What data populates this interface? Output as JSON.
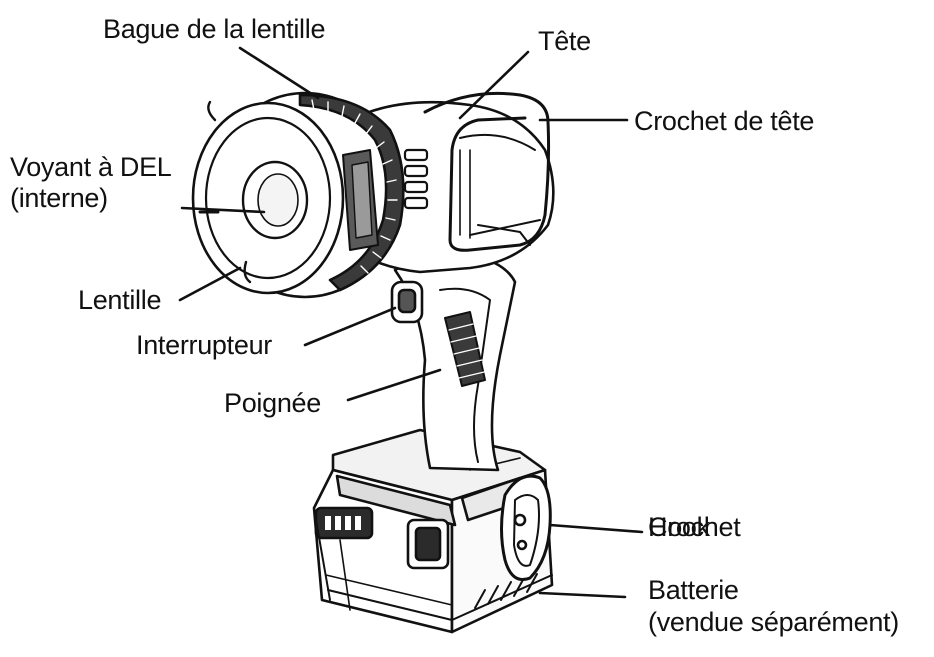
{
  "labels": {
    "bague": "Bague de la lentille",
    "tete": "Tête",
    "crochet_tete": "Crochet de tête",
    "voyant": "Voyant à DEL\n(interne)",
    "lentille": "Lentille",
    "interrupteur": "Interrupteur",
    "poignee": "Poignée",
    "crochet": "Crochet",
    "hook": "Hook",
    "batterie": "Batterie\n(vendue séparément)"
  },
  "colors": {
    "line": "#111111",
    "background": "#ffffff",
    "shade": "#9a9a9a",
    "dark": "#2b2b2b"
  }
}
